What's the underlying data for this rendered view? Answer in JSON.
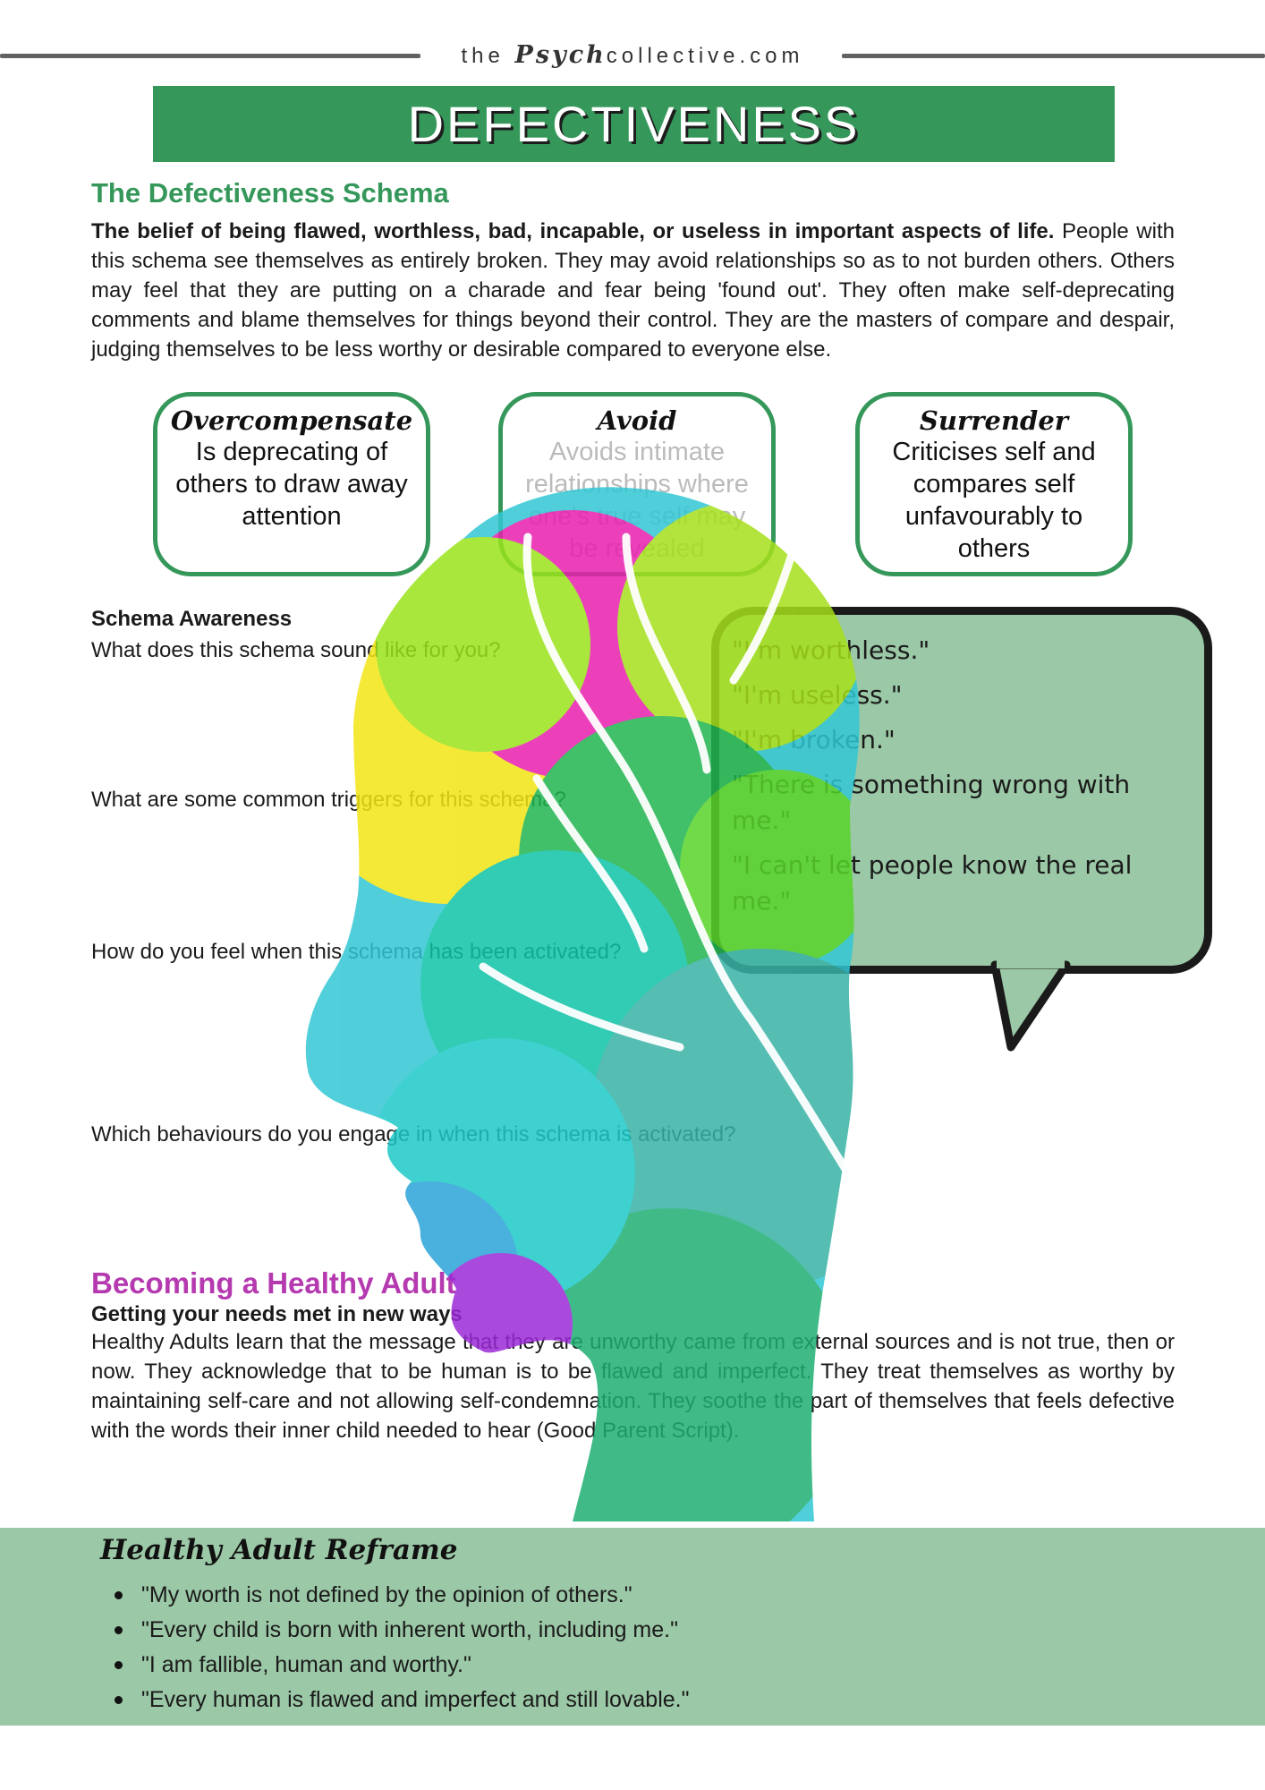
{
  "header": {
    "brand_left": "the",
    "brand_mid": "Psych",
    "brand_right": "collective.com",
    "title": "DEFECTIVENESS"
  },
  "schema": {
    "heading": "The Defectiveness Schema",
    "lead_bold": "The belief of being flawed, worthless, bad, incapable, or useless in important aspects of life.",
    "body": " People with this schema see themselves as entirely broken. They may avoid relationships so as to not burden others. Others may feel that they are putting on a charade and fear being 'found out'. They often make self-deprecating comments and blame themselves for things beyond their control. They are the masters of compare and despair, judging themselves to be less worthy or desirable compared to everyone else."
  },
  "coping": [
    {
      "title": "Overcompensate",
      "text": "Is deprecating of others to draw away attention"
    },
    {
      "title": "Avoid",
      "text": "Avoids intimate relationships where one's true self may be revealed"
    },
    {
      "title": "Surrender",
      "text": "Criticises self and compares self unfavourably to others"
    }
  ],
  "awareness": {
    "heading": "Schema Awareness",
    "questions": [
      "What does this schema sound like for you?",
      "What are some common triggers for this schema?",
      "How do you feel when this schema has been activated?",
      "Which behaviours do you engage in when this schema is activated?"
    ]
  },
  "bubble": {
    "lines": [
      "\"I'm worthless.\"",
      "\"I'm useless.\"",
      "\"I'm broken.\"",
      "\"There is something wrong with me.\"",
      "\"I can't let people know the real me.\""
    ]
  },
  "healthy_adult": {
    "heading": "Becoming a Healthy Adult",
    "subheading": "Getting your needs met in new ways",
    "body": "Healthy Adults learn that the message that they are unworthy came from external sources and is not true, then or now. They acknowledge that to be human is to be flawed and imperfect. They treat themselves as worthy by maintaining self-care and not allowing self-condemnation. They soothe the part of themselves that feels defective with the words their inner child needed to hear (Good Parent Script)."
  },
  "reframe": {
    "heading": "Healthy Adult Reframe",
    "items": [
      "\"My worth is not defined by the opinion of others.\"",
      "\"Every child is born with inherent worth, including me.\"",
      "\"I am fallible, human and worthy.\"",
      "\"Every human is flawed and imperfect and still lovable.\""
    ]
  },
  "colors": {
    "green": "#35985a",
    "light_green": "#9bc8a6",
    "magenta": "#b53ab0"
  }
}
